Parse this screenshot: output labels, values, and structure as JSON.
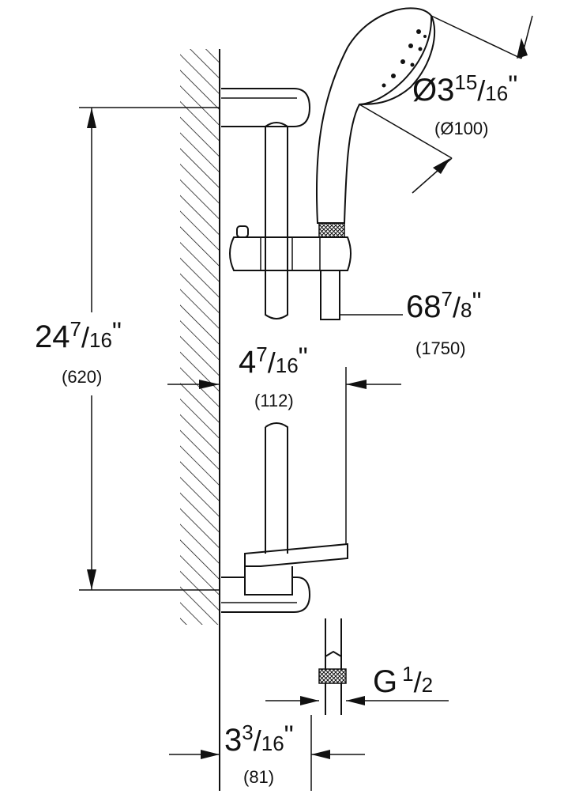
{
  "dimensions": {
    "height": {
      "whole": "24",
      "num": "7",
      "den": "16",
      "inch": "\"",
      "metric": "(620)"
    },
    "head_diameter": {
      "whole": "Ø3",
      "num": "15",
      "den": "16",
      "inch": "\"",
      "metric": "(Ø100)"
    },
    "hose_length": {
      "whole": "68",
      "num": "7",
      "den": "8",
      "inch": "\"",
      "metric": "(1750)"
    },
    "holder_offset": {
      "whole": "4",
      "num": "7",
      "den": "16",
      "inch": "\"",
      "metric": "(112)"
    },
    "thread": {
      "whole": "G",
      "num": "1",
      "den": "2"
    },
    "wall_offset": {
      "whole": "3",
      "num": "3",
      "den": "16",
      "inch": "\"",
      "metric": "(81)"
    }
  }
}
